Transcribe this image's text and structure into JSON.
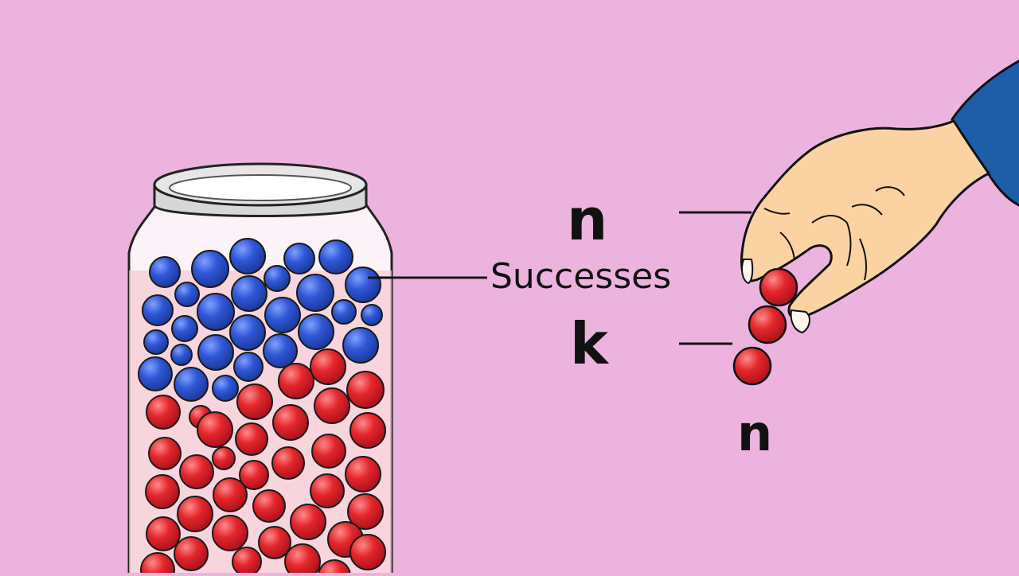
{
  "labels": {
    "n_top": "n",
    "successes": "Successes",
    "k": "k",
    "n_bottom": "n"
  },
  "colors": {
    "background": "#EDB3DF",
    "blue_marble": "#2F57D6",
    "red_marble": "#E3262C",
    "jar_glass": "#FBF3F8",
    "jar_rim": "#D7D7D7",
    "hand_skin": "#FBD3A3",
    "sleeve": "#1E5DA8"
  }
}
